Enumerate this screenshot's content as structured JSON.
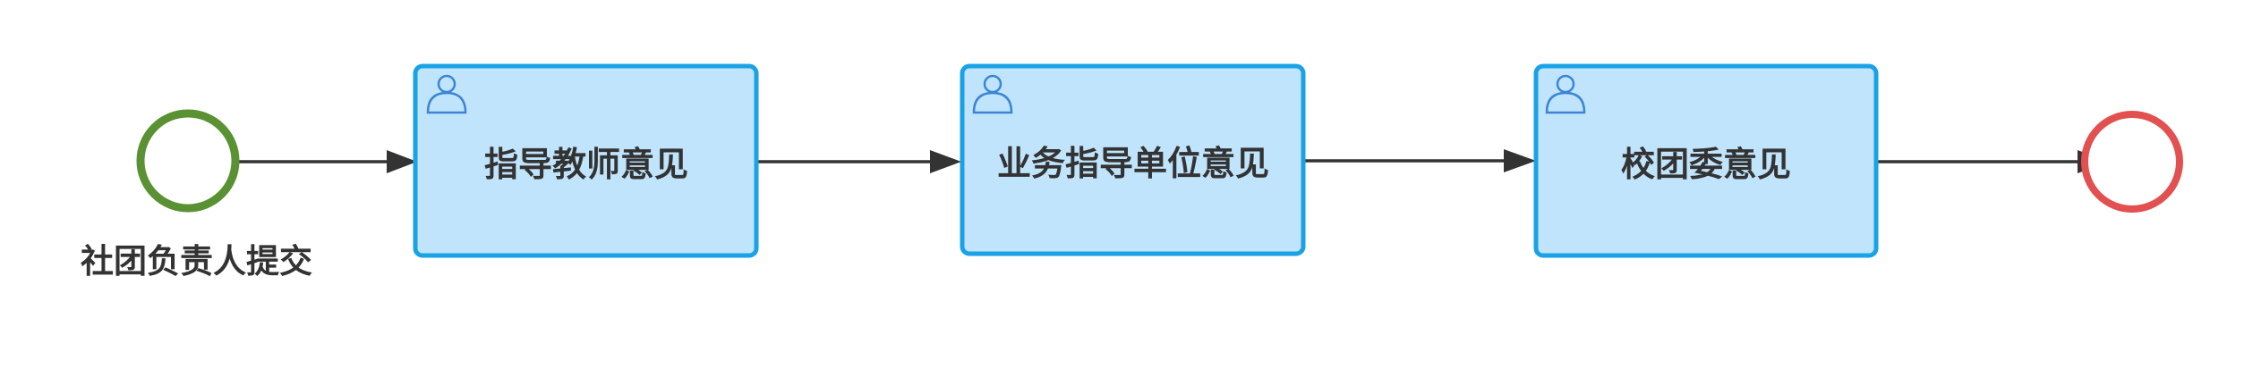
{
  "colors": {
    "start_event_stroke": "#5a9132",
    "end_event_stroke": "#e25050",
    "task_fill": "#c0e4fb",
    "task_stroke": "#1aa2e6",
    "user_icon_stroke": "#3a85d6",
    "flow_stroke": "#333333",
    "text": "#333333"
  },
  "start_event": {
    "label": "社团负责人提交"
  },
  "tasks": [
    {
      "label": "指导教师意见",
      "icon": "user-icon"
    },
    {
      "label": "业务指导单位意见",
      "icon": "user-icon"
    },
    {
      "label": "校团委意见",
      "icon": "user-icon"
    }
  ],
  "end_event": {
    "label": ""
  }
}
